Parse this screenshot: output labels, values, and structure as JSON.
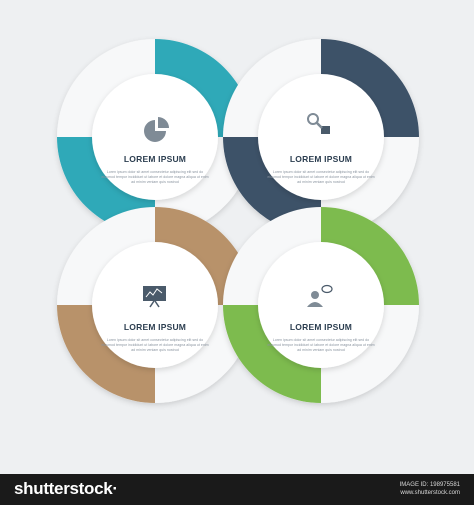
{
  "diagram": {
    "colors": {
      "teal": "#2fa9b8",
      "navy": "#3d5268",
      "tan": "#b8926a",
      "green": "#7dbb4e",
      "ring_white": "#f7f8f9",
      "center_white": "#ffffff",
      "icon_gray": "#7f8b96"
    },
    "cards": [
      {
        "title": "LOREM IPSUM",
        "icon": "pie-chart-icon",
        "color": "teal",
        "body": "Loren ipsum dolor sit amet consectetur adipiscing elit sed do eiusmod tempor incididunt ut labore et dolore magna aliqua ut enim ad minim veniam quis nostrud"
      },
      {
        "title": "LOREM IPSUM",
        "icon": "magnifier-icon",
        "color": "navy",
        "body": "Loren ipsum dolor sit amet consectetur adipiscing elit sed do eiusmod tempor incididunt ut labore et dolore magna aliqua ut enim ad minim veniam quis nostrud"
      },
      {
        "title": "LOREM IPSUM",
        "icon": "presentation-board-icon",
        "color": "tan",
        "body": "Loren ipsum dolor sit amet consectetur adipiscing elit sed do eiusmod tempor incididunt ut labore et dolore magna aliqua ut enim ad minim veniam quis nostrud"
      },
      {
        "title": "LOREM IPSUM",
        "icon": "user-speech-icon",
        "color": "green",
        "body": "Loren ipsum dolor sit amet consectetur adipiscing elit sed do eiusmod tempor incididunt ut labore et dolore magna aliqua ut enim ad minim veniam quis nostrud"
      }
    ]
  },
  "footer": {
    "brand": "shutterstock·",
    "image_id": "IMAGE ID: 198975581",
    "site": "www.shutterstock.com"
  }
}
